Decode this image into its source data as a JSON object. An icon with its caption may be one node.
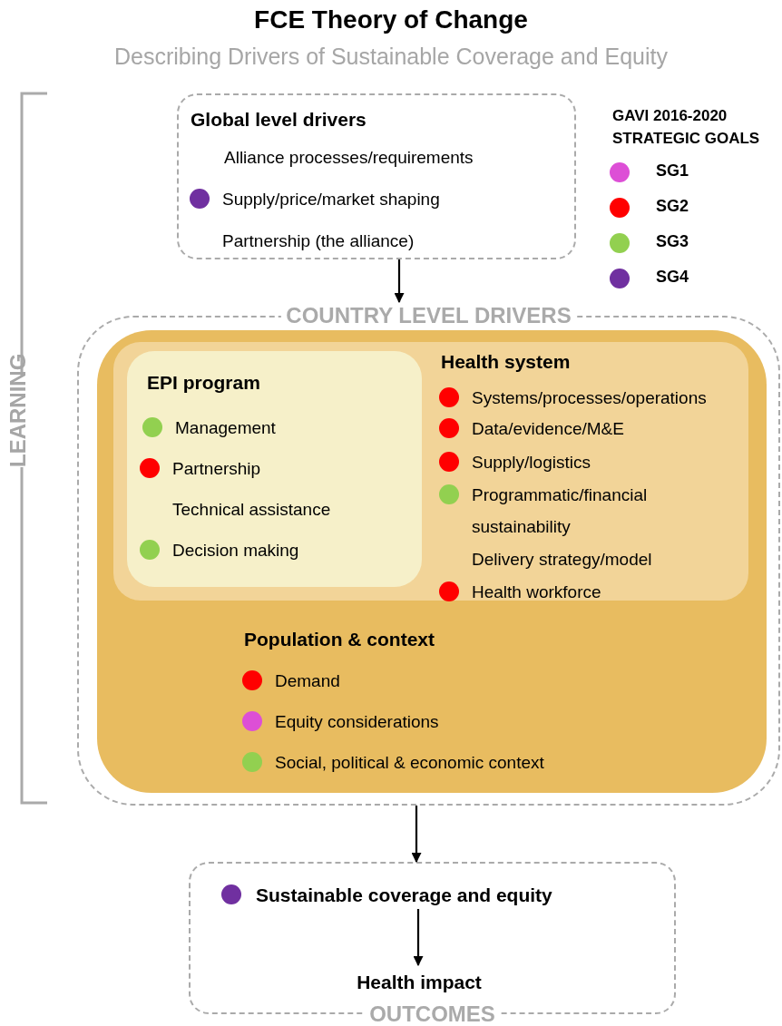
{
  "diagram": {
    "title": "FCE Theory of Change",
    "nodes": [
      {
        "text": [
          "Global level drivers",
          "Alliance processes/requirements",
          "Supply/price/market shaping",
          "Partnership (the alliance)"
        ]
      },
      {
        "text": [
          "COUNTRY LEVEL DRIVERS"
        ]
      },
      {
        "text": [
          "Population & context",
          "Demand",
          "Equity considerations",
          "Social, political & economic context"
        ],
        "in": 1
      },
      {
        "text": [
          "Health system",
          "Systems/processes/operations",
          "Data/evidence/M&E",
          "Supply/logistics",
          "Programmatic/financial sustainability",
          "Delivery strategy/model",
          "Health workforce"
        ],
        "in": 2
      },
      {
        "text": [
          "EPI program",
          "Management",
          "Partnership",
          "Technical assistance",
          "Decision making"
        ],
        "in": 3
      },
      {
        "text": [
          "OUTCOMES"
        ]
      },
      {
        "text": [
          "Sustainable coverage and equity"
        ],
        "in": 5
      },
      {
        "text": [
          "Health impact"
        ],
        "in": 5
      }
    ],
    "edges": [
      {
        "from": 0,
        "to": 1,
        "arrow": "to"
      },
      {
        "from": 1,
        "to": 5,
        "arrow": "to"
      },
      {
        "from": 6,
        "to": 7,
        "arrow": "to"
      }
    ],
    "labels": [
      "Describing Drivers of Sustainable Coverage and Equity",
      "GAVI 2016-2020 STRATEGIC GOALS",
      "LEARNING"
    ],
    "legend": [
      {
        "text": "SG1",
        "color": "#dd4fd6"
      },
      {
        "text": "SG2",
        "color": "#ff0000"
      },
      {
        "text": "SG3",
        "color": "#92d050"
      },
      {
        "text": "SG4",
        "color": "#7030a0"
      }
    ]
  }
}
